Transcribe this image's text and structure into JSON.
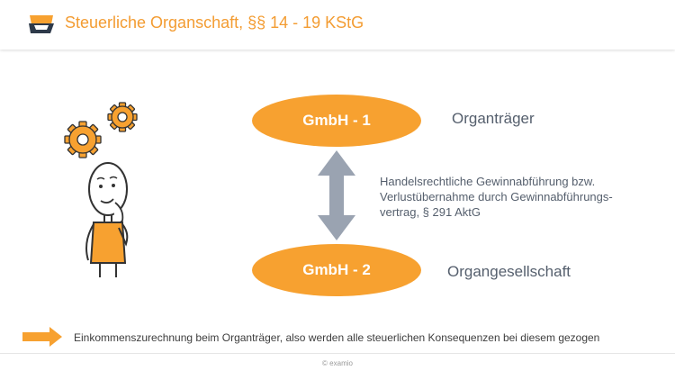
{
  "header": {
    "title": "Steuerliche Organschaft, §§ 14 - 19 KStG"
  },
  "diagram": {
    "top_entity": "GmbH - 1",
    "top_role": "Organträger",
    "bottom_entity": "GmbH - 2",
    "bottom_role": "Organgesellschaft",
    "relation_lines": [
      "Handelsrechtliche Gewinnabführung bzw.",
      "Verlustübernahme durch Gewinnabführungs-",
      "vertrag, § 291 AktG"
    ]
  },
  "footer": {
    "note": "Einkommenszurechnung beim Organträger, also werden alle steuerlichen Konsequenzen bei diesem gezogen",
    "copyright": "© examio"
  },
  "colors": {
    "accent": "#f7a130",
    "title": "#f39c32",
    "arrow": "#9aa3b1",
    "text": "#555f6d"
  },
  "icons": [
    "examio-logo-icon",
    "gears-icon",
    "thinking-person-icon",
    "double-arrow-icon",
    "right-arrow-icon"
  ]
}
